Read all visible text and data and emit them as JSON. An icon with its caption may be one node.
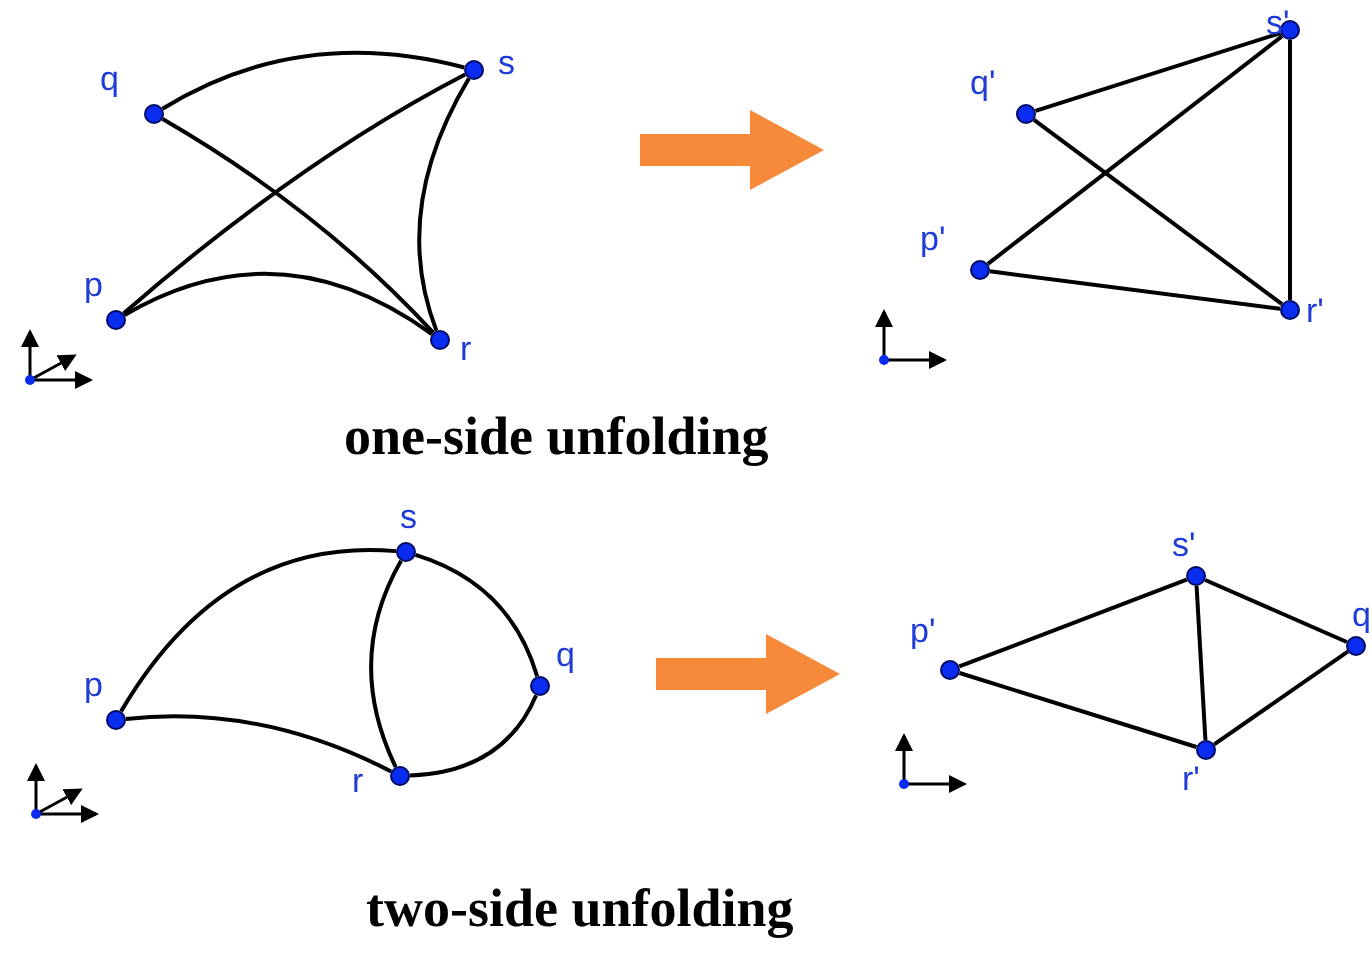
{
  "diagram": {
    "nodes": [
      {
        "text": [],
        "shape": "circle",
        "beside": [
          "q"
        ]
      },
      {
        "text": [],
        "shape": "circle",
        "beside": [
          "s"
        ]
      },
      {
        "text": [],
        "shape": "circle",
        "beside": [
          "p"
        ]
      },
      {
        "text": [],
        "shape": "circle",
        "beside": [
          "r"
        ]
      },
      {
        "text": [],
        "shape": "circle",
        "beside": [
          "s'"
        ]
      },
      {
        "text": [],
        "shape": "circle",
        "beside": [
          "q'"
        ]
      },
      {
        "text": [],
        "shape": "circle",
        "beside": [
          "p'"
        ]
      },
      {
        "text": [],
        "shape": "circle",
        "beside": [
          "r'"
        ]
      },
      {
        "text": [],
        "shape": "circle",
        "beside": [
          "s"
        ]
      },
      {
        "text": [],
        "shape": "circle",
        "beside": [
          "p"
        ]
      },
      {
        "text": [],
        "shape": "circle",
        "beside": [
          "q"
        ]
      },
      {
        "text": [],
        "shape": "circle",
        "beside": [
          "r"
        ]
      },
      {
        "text": [],
        "shape": "circle",
        "beside": [
          "s'"
        ]
      },
      {
        "text": [],
        "shape": "circle",
        "beside": [
          "p'"
        ]
      },
      {
        "text": [],
        "shape": "circle",
        "beside": [
          "q'"
        ]
      },
      {
        "text": [],
        "shape": "circle",
        "beside": [
          "r'"
        ]
      }
    ],
    "edges": [
      {
        "from": 0,
        "to": 1,
        "arrow": "none"
      },
      {
        "from": 0,
        "to": 3,
        "arrow": "none"
      },
      {
        "from": 2,
        "to": 1,
        "arrow": "none"
      },
      {
        "from": 1,
        "to": 3,
        "arrow": "none"
      },
      {
        "from": 2,
        "to": 3,
        "arrow": "none"
      },
      {
        "from": 5,
        "to": 4,
        "arrow": "none"
      },
      {
        "from": 5,
        "to": 7,
        "arrow": "none"
      },
      {
        "from": 6,
        "to": 4,
        "arrow": "none"
      },
      {
        "from": 4,
        "to": 7,
        "arrow": "none"
      },
      {
        "from": 6,
        "to": 7,
        "arrow": "none"
      },
      {
        "from": 9,
        "to": 8,
        "arrow": "none"
      },
      {
        "from": 9,
        "to": 11,
        "arrow": "none"
      },
      {
        "from": 8,
        "to": 11,
        "arrow": "none"
      },
      {
        "from": 8,
        "to": 10,
        "arrow": "none"
      },
      {
        "from": 10,
        "to": 11,
        "arrow": "none"
      },
      {
        "from": 13,
        "to": 12,
        "arrow": "none"
      },
      {
        "from": 13,
        "to": 15,
        "arrow": "none"
      },
      {
        "from": 12,
        "to": 15,
        "arrow": "none"
      },
      {
        "from": 12,
        "to": 14,
        "arrow": "none"
      },
      {
        "from": 14,
        "to": 15,
        "arrow": "none"
      }
    ],
    "labels": [
      "one-side unfolding",
      "two-side unfolding"
    ]
  }
}
